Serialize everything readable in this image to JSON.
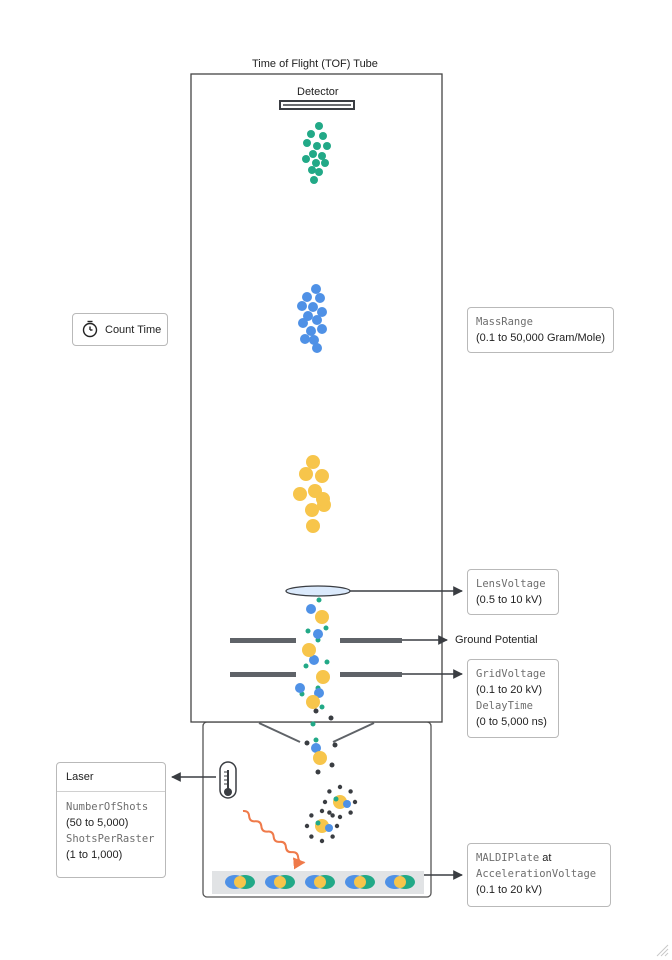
{
  "tube_title": "Time of Flight (TOF) Tube",
  "detector_label": "Detector",
  "count_time": {
    "label": "Count Time",
    "icon": "stopwatch-icon"
  },
  "mass_range": {
    "param": "MassRange",
    "range": "(0.1 to 50,000 Gram/Mole)"
  },
  "lens_voltage": {
    "param": "LensVoltage",
    "range": "(0.5 to 10 kV)"
  },
  "ground_potential": "Ground Potential",
  "grid_voltage": {
    "param": "GridVoltage",
    "range": "(0.1 to 20 kV)"
  },
  "delay_time": {
    "param": "DelayTime",
    "range": "(0 to 5,000 ns)"
  },
  "laser": {
    "title": "Laser",
    "icon": "thermometer-icon",
    "shots_param": "NumberOfShots",
    "shots_range": "(50 to 5,000)",
    "raster_param": "ShotsPerRaster",
    "raster_range": "(1 to 1,000)"
  },
  "maldi": {
    "plate_param": "MALDIPlate",
    "at_word": "at",
    "accel_param": "AccelerationVoltage",
    "accel_range": "(0.1 to 20 kV)"
  },
  "colors": {
    "green": "#22a987",
    "blue": "#4f91e6",
    "yellow": "#f7c54b",
    "dark": "#3a3d42",
    "laser": "#ef7a4a",
    "lens": "#dbeafc",
    "plate": "#e1e3e5"
  }
}
